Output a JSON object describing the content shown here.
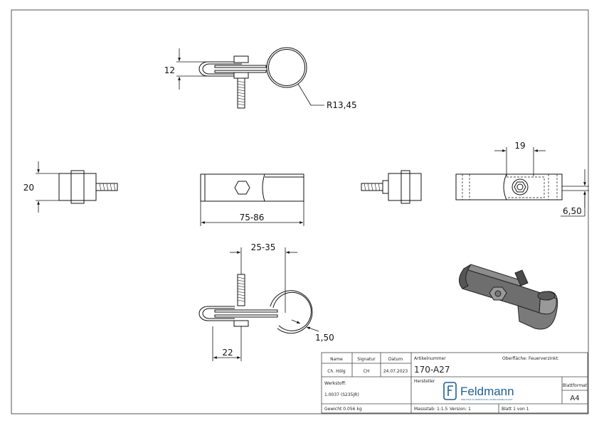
{
  "dimensions": {
    "top_height": "12",
    "radius": "R13,45",
    "side_height": "20",
    "length": "75-86",
    "clamp_width": "19",
    "offset": "6,50",
    "clamp_range": "25-35",
    "wall": "1,50",
    "tail": "22"
  },
  "title_block": {
    "name_label": "Name",
    "signature_label": "Signatur",
    "date_label": "Datum",
    "name_value": "Ch. Hölg",
    "signature_value": "CH",
    "date_value": "24.07.2023",
    "article_label": "Artikelnummer",
    "article_value": "170-A27",
    "surface_label": "Oberfläche:",
    "surface_value": "Feuerverzinkt:",
    "material_label": "Werkstoff:",
    "material_value": "1.0037 (S235JR)",
    "manufacturer_label": "Hersteller",
    "brand_name": "Feldmann",
    "brand_tagline": "EDELSTAHL-ALUMINIUM-STAHL HANDELSGESELLSCHAFT",
    "format_label": "Blattformat",
    "format_value": "A4",
    "weight": "Gewicht 0.056 kg",
    "scale": "Massstab: 1:1.5",
    "version": "Version: 1",
    "sheet": "Blatt 1 von 1"
  },
  "colors": {
    "line": "#1a1a1a",
    "brand": "#1f5f96",
    "part_fill": "#7a7a7a"
  }
}
